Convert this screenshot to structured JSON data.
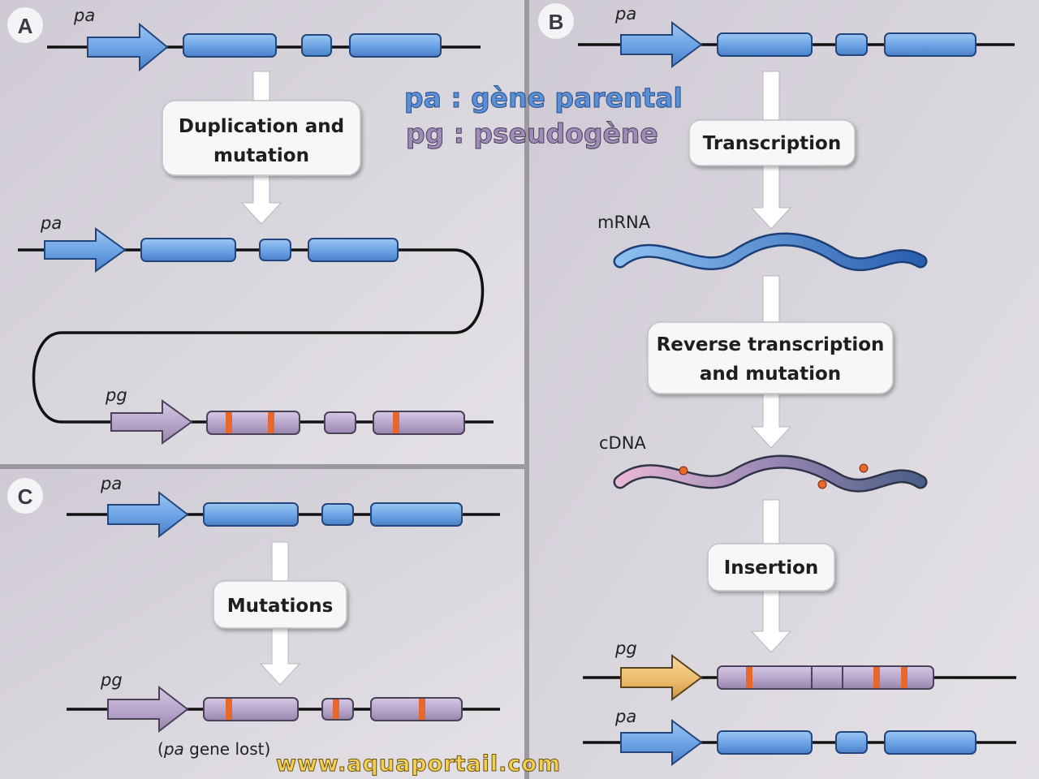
{
  "legend": {
    "parental": "pa : gène parental",
    "pseudogene": "pg : pseudogène"
  },
  "watermark": "www.aquaportail.com",
  "panels": {
    "a": {
      "badge": "A",
      "gene_top": "pa",
      "step_line1": "Duplication and",
      "step_line2": "mutation",
      "gene_mid": "pa",
      "gene_bottom": "pg"
    },
    "b": {
      "badge": "B",
      "gene_top": "pa",
      "step1": "Transcription",
      "mrna": "mRNA",
      "step2_line1": "Reverse transcription",
      "step2_line2": "and mutation",
      "cdna": "cDNA",
      "step3": "Insertion",
      "gene_pg": "pg",
      "gene_pa": "pa"
    },
    "c": {
      "badge": "C",
      "gene_top": "pa",
      "step": "Mutations",
      "gene_bottom": "pg",
      "note_open": "(",
      "note_italic": "pa",
      "note_rest": " gene lost)"
    }
  },
  "colors": {
    "parental_gene": "#6fa3e6",
    "pseudogene": "#b7a6cc",
    "mutation": "#e8682c",
    "inserted_promoter": "#f0c070",
    "mrna": "#3f86d4",
    "panel_bg": "#d6d2db"
  }
}
